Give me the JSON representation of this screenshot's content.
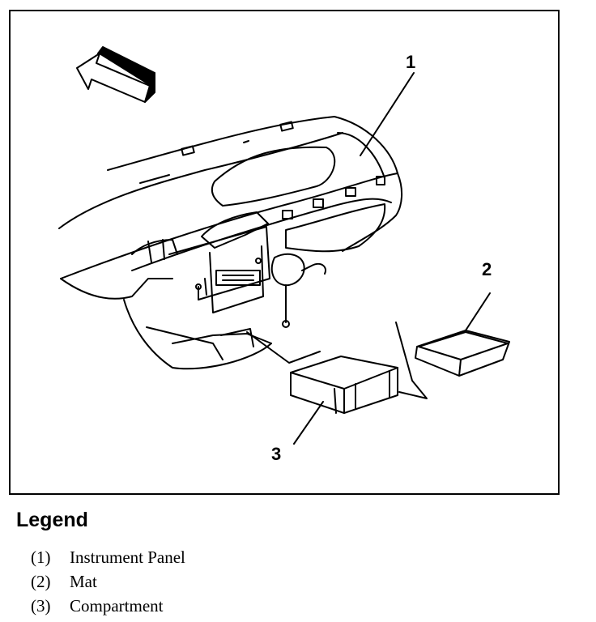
{
  "figure": {
    "callouts": {
      "c1": "1",
      "c2": "2",
      "c3": "3"
    },
    "icons": {
      "direction_arrow": "forward-arrow-icon"
    }
  },
  "legend": {
    "title": "Legend",
    "items": [
      {
        "number": "(1)",
        "label": "Instrument Panel"
      },
      {
        "number": "(2)",
        "label": "Mat"
      },
      {
        "number": "(3)",
        "label": "Compartment"
      }
    ]
  }
}
